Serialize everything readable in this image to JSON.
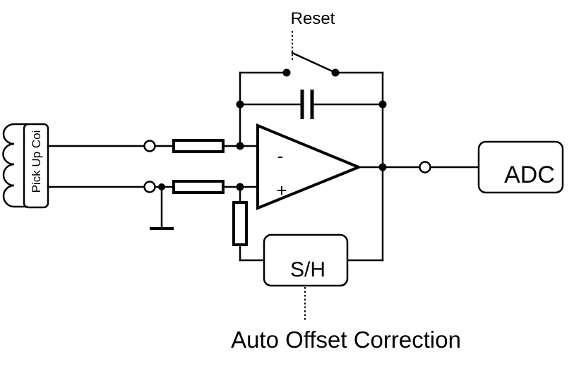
{
  "labels": {
    "reset": "Reset",
    "pickup_coil": "Pick Up Coi",
    "minus": "-",
    "plus": "+",
    "adc": "ADC",
    "sample_hold": "S/H",
    "auto_offset": "Auto Offset Correction"
  },
  "colors": {
    "line": "#000000",
    "background": "#ffffff"
  }
}
